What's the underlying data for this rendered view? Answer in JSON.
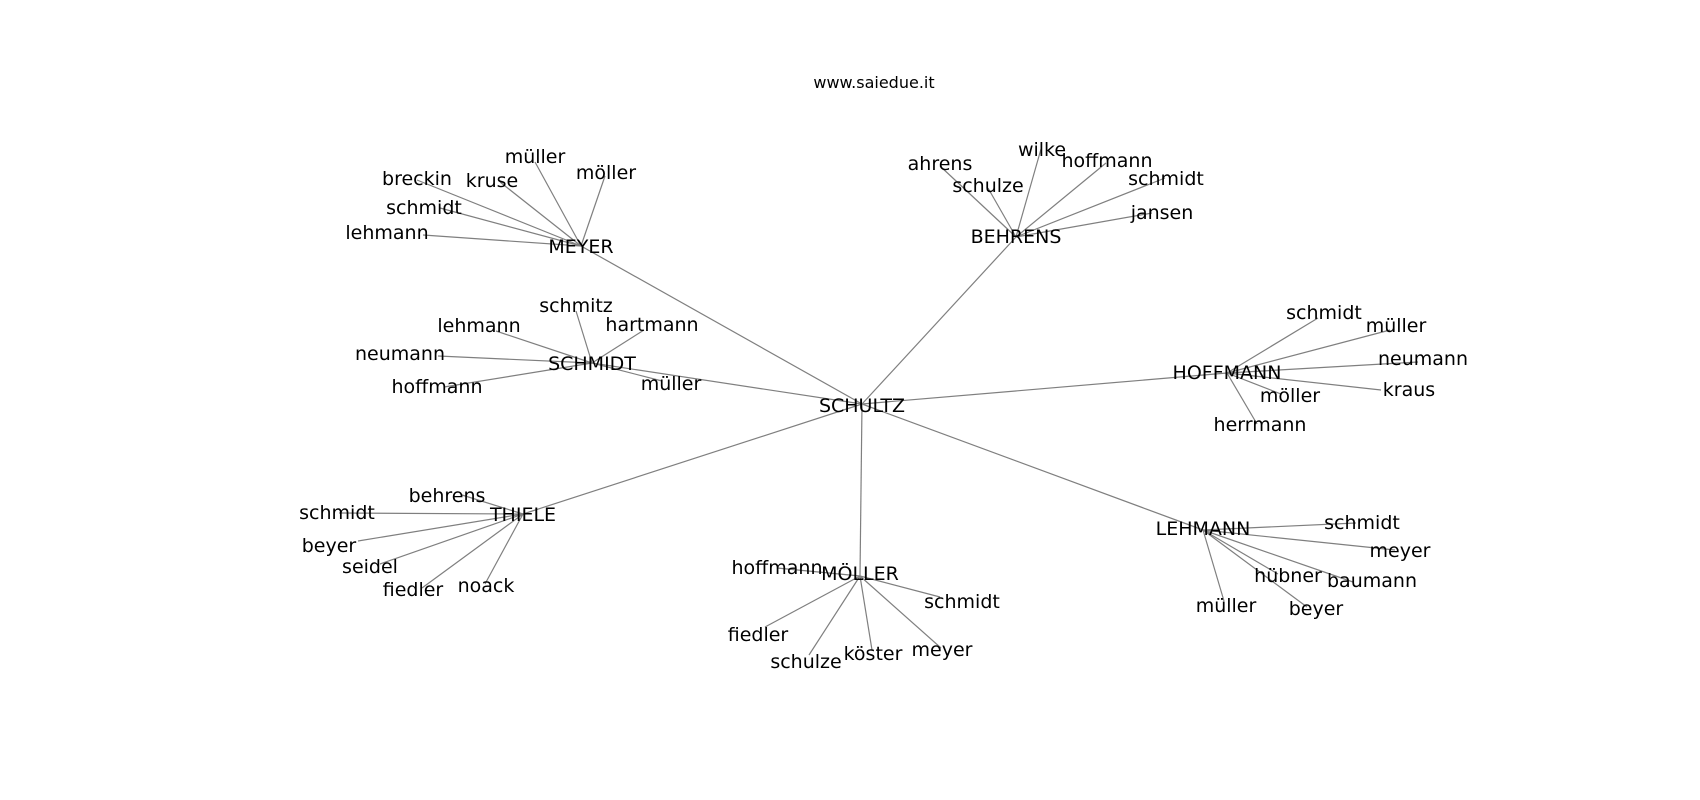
{
  "title": "www.saiedue.it",
  "center": "SCHULTZ",
  "hubs": [
    {
      "id": "meyer",
      "name": "MEYER",
      "leaves": [
        "breckin",
        "müller",
        "kruse",
        "möller",
        "schmidt",
        "lehmann"
      ]
    },
    {
      "id": "behrens",
      "name": "BEHRENS",
      "leaves": [
        "ahrens",
        "wilke",
        "hoffmann",
        "schulze",
        "schmidt",
        "jansen"
      ]
    },
    {
      "id": "schmidt",
      "name": "SCHMIDT",
      "leaves": [
        "schmitz",
        "lehmann",
        "hartmann",
        "neumann",
        "hoffmann",
        "müller"
      ]
    },
    {
      "id": "hoffmann",
      "name": "HOFFMANN",
      "leaves": [
        "schmidt",
        "müller",
        "neumann",
        "möller",
        "kraus",
        "herrmann"
      ]
    },
    {
      "id": "thiele",
      "name": "THIELE",
      "leaves": [
        "behrens",
        "schmidt",
        "beyer",
        "seidel",
        "fiedler",
        "noack"
      ]
    },
    {
      "id": "moeller",
      "name": "MÖLLER",
      "leaves": [
        "hoffmann",
        "schmidt",
        "fiedler",
        "schulze",
        "köster",
        "meyer"
      ]
    },
    {
      "id": "lehmann",
      "name": "LEHMANN",
      "leaves": [
        "schmidt",
        "meyer",
        "hübner",
        "baumann",
        "müller",
        "beyer"
      ]
    }
  ]
}
